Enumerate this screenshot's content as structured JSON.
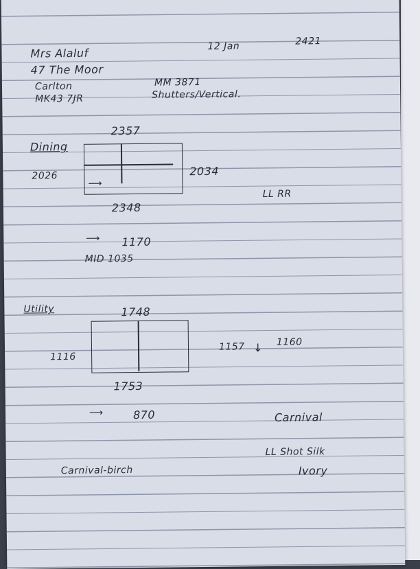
{
  "header": {
    "name": "Mrs Alaluf",
    "address_line1": "47 The Moor",
    "address_line2": "Carlton",
    "postcode": "MK43 7JR",
    "date": "12 Jan",
    "ref_number": "2421",
    "product_code": "MM 3871",
    "product_type": "Shutters/Vertical."
  },
  "dining": {
    "label": "Dining",
    "top": "2357",
    "left": "2026",
    "right": "2034",
    "bottom": "2348",
    "ll_rr": "LL RR",
    "arrow_value": "1170",
    "mid": "MID 1035"
  },
  "utility": {
    "label": "Utility",
    "top": "1748",
    "left": "1116",
    "bottom": "1753",
    "drop_left": "1157",
    "drop_right": "1160",
    "arrow_value": "870",
    "fabric": "Carnival",
    "fabric_spec": "LL Shot Silk",
    "colour": "Ivory",
    "note": "Carnival-birch"
  }
}
